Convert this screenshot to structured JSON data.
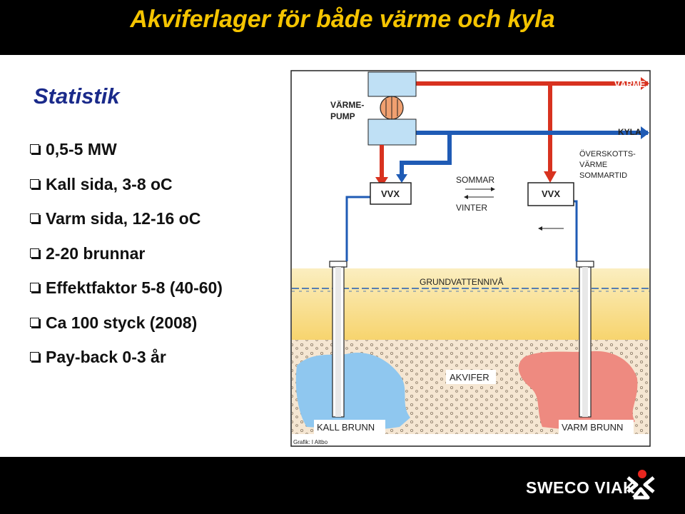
{
  "slide": {
    "title": "Akviferlager för både värme och kyla",
    "subtitle": "Statistik",
    "bullets": [
      "0,5-5 MW",
      "Kall sida, 3-8 oC",
      "Varm sida, 12-16 oC",
      "2-20 brunnar",
      "Effektfaktor 5-8 (40-60)",
      "Ca 100 styck (2008)",
      "Pay-back 0-3 år"
    ]
  },
  "diagram": {
    "heat_pump_label_1": "VÄRME-",
    "heat_pump_label_2": "PUMP",
    "heat_label": "VÄRME",
    "cool_label": "KYLA",
    "excess_1": "ÖVERSKOTTS-",
    "excess_2": "VÄRME",
    "excess_3": "SOMMARTID",
    "vvx_left": "VVX",
    "vvx_right": "VVX",
    "summer": "SOMMAR",
    "winter": "VINTER",
    "groundwater": "GRUNDVATTENNIVÅ",
    "aquifer": "AKVIFER",
    "cold_well": "KALL BRUNN",
    "warm_well": "VARM BRUNN",
    "credit": "Grafik: I Altbo",
    "colors": {
      "red": "#d8321f",
      "blue": "#1f5bb5",
      "cold_zone": "#8fc7ef",
      "warm_zone": "#ee8a80"
    }
  },
  "footer": {
    "logo_text": "SWECO VIAK"
  }
}
